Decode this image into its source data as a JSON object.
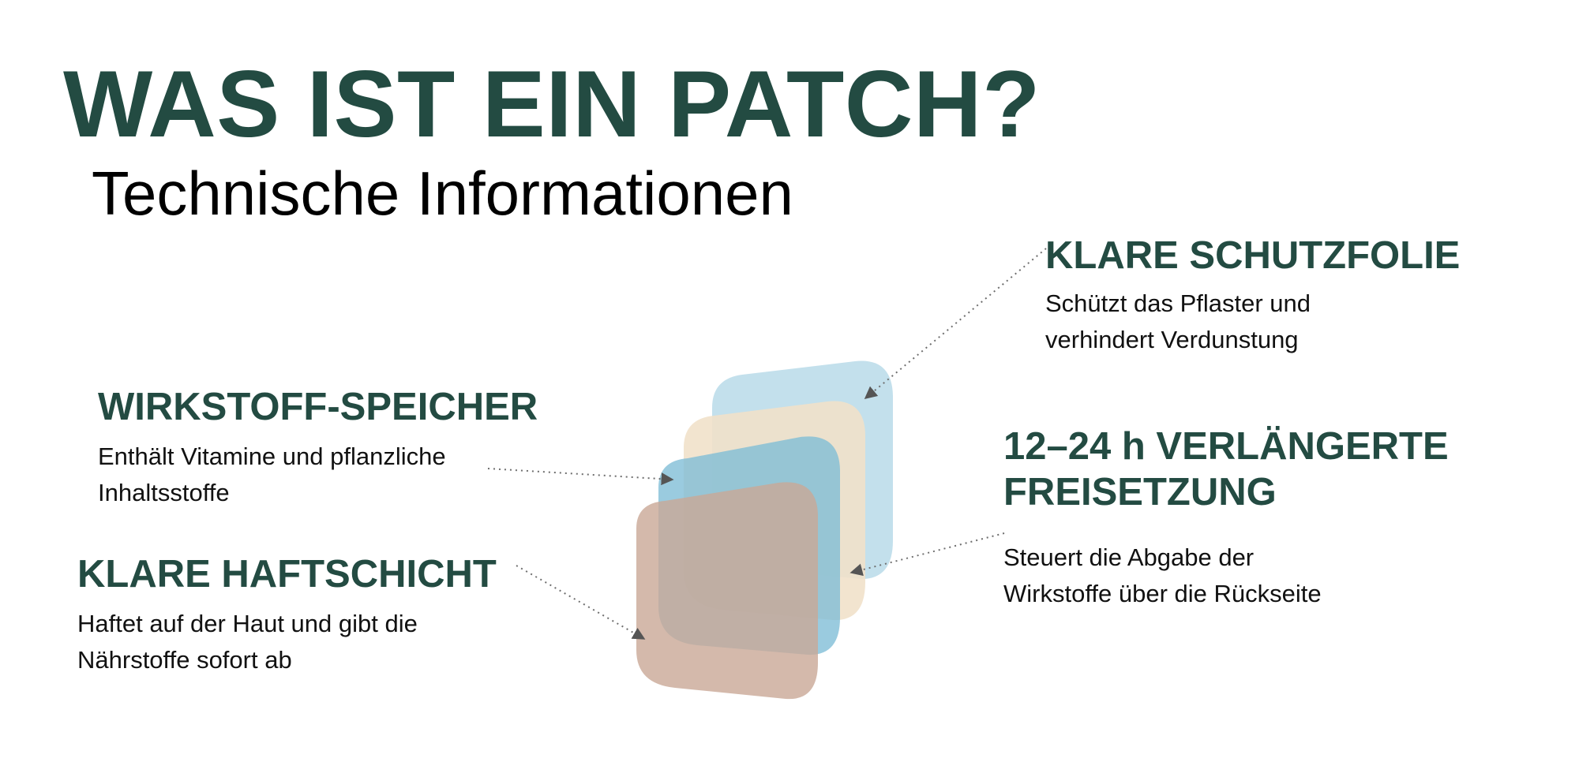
{
  "colors": {
    "heading": "#234B42",
    "text": "#111111",
    "connector": "#6E6E6E",
    "layer_film": "#BCDDEA",
    "layer_release": "#F1E1CA",
    "layer_reservoir": "#7EBCD6",
    "layer_adhesive": "#C9A796"
  },
  "header": {
    "title": "WAS IST EIN PATCH?",
    "subtitle": "Technische Informationen"
  },
  "labels": {
    "film": {
      "title": "KLARE SCHUTZFOLIE",
      "lines": [
        "Schützt das Pflaster und",
        "verhindert Verdunstung"
      ]
    },
    "reservoir": {
      "title": "WIRKSTOFF-SPEICHER",
      "lines": [
        "Enthält Vitamine und pflanzliche",
        "Inhaltsstoffe"
      ]
    },
    "release": {
      "title_lines": [
        "12–24 h VERLÄNGERTE",
        "FREISETZUNG"
      ],
      "lines": [
        "Steuert die Abgabe der",
        "Wirkstoffe über die Rückseite"
      ]
    },
    "adhesive": {
      "title": "KLARE HAFTSCHICHT",
      "lines": [
        "Haftet auf der Haut und gibt die",
        "Nährstoffe sofort ab"
      ]
    }
  }
}
